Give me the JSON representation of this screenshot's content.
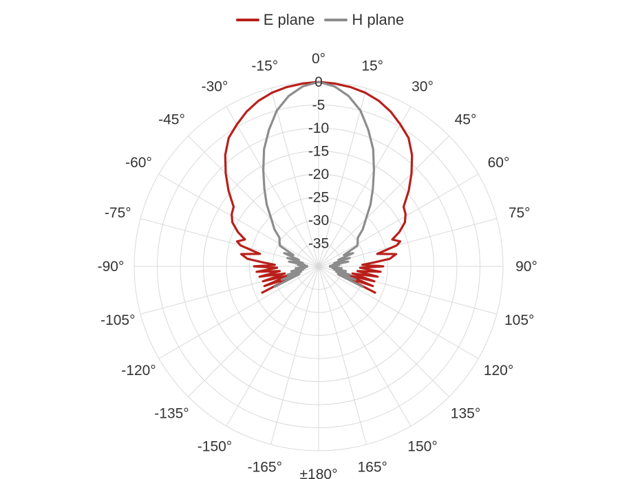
{
  "chart_data": {
    "type": "line",
    "subtype": "polar",
    "title": "",
    "radial_axis": {
      "range": [
        -40,
        0
      ],
      "tick_labels": [
        "0",
        "-5",
        "-10",
        "-15",
        "-20",
        "-25",
        "-30",
        "-35"
      ],
      "ticks": [
        0,
        -5,
        -10,
        -15,
        -20,
        -25,
        -30,
        -35
      ]
    },
    "angular_axis": {
      "ticks": [
        0,
        15,
        30,
        45,
        60,
        75,
        90,
        105,
        120,
        135,
        150,
        165,
        180,
        -165,
        -150,
        -135,
        -120,
        -105,
        -90,
        -75,
        -60,
        -45,
        -30,
        -15
      ],
      "tick_labels": [
        "0°",
        "15°",
        "30°",
        "45°",
        "60°",
        "75°",
        "90°",
        "105°",
        "120°",
        "135°",
        "150°",
        "165°",
        "±180°",
        "-165°",
        "-150°",
        "-135°",
        "-120°",
        "-105°",
        "-90°",
        "-75°",
        "-60°",
        "-45°",
        "-30°",
        "-15°"
      ],
      "zero": "top",
      "direction": "clockwise"
    },
    "grid": true,
    "legend_position": "top-center",
    "series": [
      {
        "name": "E plane",
        "color": "#b81f1a",
        "angles": [
          -115,
          -112,
          -110,
          -107,
          -105,
          -102,
          -100,
          -97,
          -95,
          -92,
          -90,
          -88,
          -86,
          -84,
          -81,
          -78,
          -75,
          -73,
          -70,
          -67,
          -63,
          -59,
          -55,
          -50,
          -45,
          -40,
          -35,
          -30,
          -25,
          -20,
          -15,
          -10,
          -5,
          0,
          5,
          10,
          15,
          20,
          25,
          30,
          35,
          40,
          45,
          50,
          55,
          59,
          63,
          67,
          70,
          73,
          75,
          78,
          81,
          84,
          86,
          88,
          90,
          92,
          95,
          97,
          100,
          102,
          105,
          107,
          110,
          112,
          115
        ],
        "values": [
          -26.5,
          -34,
          -27.5,
          -33.5,
          -27.5,
          -32.5,
          -27,
          -31.5,
          -26.5,
          -31,
          -26,
          -30.5,
          -28,
          -24.5,
          -23,
          -27,
          -22.5,
          -21.5,
          -23,
          -21,
          -19,
          -18,
          -17.5,
          -14.5,
          -11.5,
          -8.5,
          -6,
          -4.5,
          -3,
          -1.8,
          -1,
          -0.5,
          -0.2,
          0,
          -0.2,
          -0.5,
          -1,
          -1.8,
          -3,
          -4.5,
          -6,
          -8.5,
          -11.5,
          -14.5,
          -17.5,
          -18,
          -19,
          -21,
          -23,
          -21.5,
          -22.5,
          -27,
          -23,
          -24.5,
          -28,
          -30.5,
          -26,
          -31,
          -26.5,
          -31.5,
          -27,
          -32.5,
          -27.5,
          -33.5,
          -27.5,
          -34,
          -26.5
        ]
      },
      {
        "name": "H plane",
        "color": "#8c8c8c",
        "angles": [
          -115,
          -112,
          -110,
          -107,
          -105,
          -102,
          -100,
          -97,
          -95,
          -92,
          -90,
          -88,
          -86,
          -84,
          -81,
          -78,
          -75,
          -72,
          -69,
          -66,
          -62,
          -58,
          -54,
          -50,
          -45,
          -40,
          -35,
          -30,
          -25,
          -20,
          -15,
          -10,
          -5,
          0,
          5,
          10,
          15,
          20,
          25,
          30,
          35,
          40,
          45,
          50,
          54,
          58,
          62,
          66,
          69,
          72,
          75,
          78,
          81,
          84,
          86,
          88,
          90,
          92,
          95,
          97,
          100,
          102,
          105,
          107,
          110,
          112,
          115
        ],
        "values": [
          -29.5,
          -35.5,
          -31.5,
          -36,
          -33,
          -36.5,
          -34,
          -37,
          -35,
          -37.5,
          -36,
          -37.5,
          -35.5,
          -37,
          -33.5,
          -36.5,
          -33,
          -35.5,
          -32,
          -34,
          -30.5,
          -30,
          -29.5,
          -27.5,
          -25.5,
          -22.5,
          -19.5,
          -16,
          -12,
          -8.5,
          -5,
          -2.5,
          -0.8,
          0,
          -0.8,
          -2.5,
          -5,
          -8.5,
          -12,
          -16,
          -19.5,
          -22.5,
          -25.5,
          -27.5,
          -29.5,
          -30,
          -30.5,
          -34,
          -32,
          -35.5,
          -33,
          -36.5,
          -33.5,
          -37,
          -35.5,
          -37.5,
          -36,
          -37.5,
          -35,
          -37,
          -34,
          -36.5,
          -33,
          -36,
          -31.5,
          -35.5,
          -29.5
        ]
      }
    ]
  }
}
